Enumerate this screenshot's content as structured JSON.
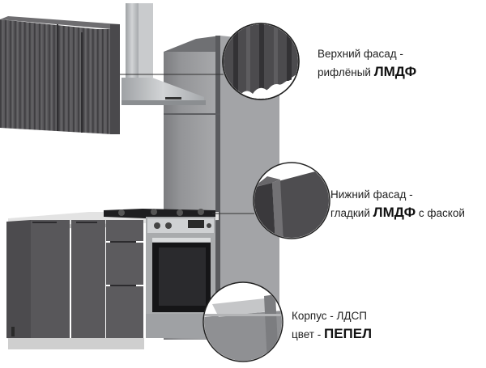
{
  "callouts": {
    "upper": {
      "line1": "Верхний фасад -",
      "line2_prefix": "рифлёный ",
      "line2_bold": "ЛМДФ"
    },
    "lower": {
      "line1": "Нижний фасад -",
      "line2_prefix": "гладкий ",
      "line2_bold": "ЛМДФ",
      "line2_suffix": " с фаской"
    },
    "body": {
      "line1": "Корпус - ЛДСП",
      "line2_prefix": "цвет - ",
      "line2_bold": "ПЕПЕЛ"
    }
  },
  "colors": {
    "facade": "#555457",
    "facade_dark": "#444346",
    "body_gray": "#8e8f91",
    "steel": "#b7b9bb",
    "plinth": "#dcdcdc"
  }
}
